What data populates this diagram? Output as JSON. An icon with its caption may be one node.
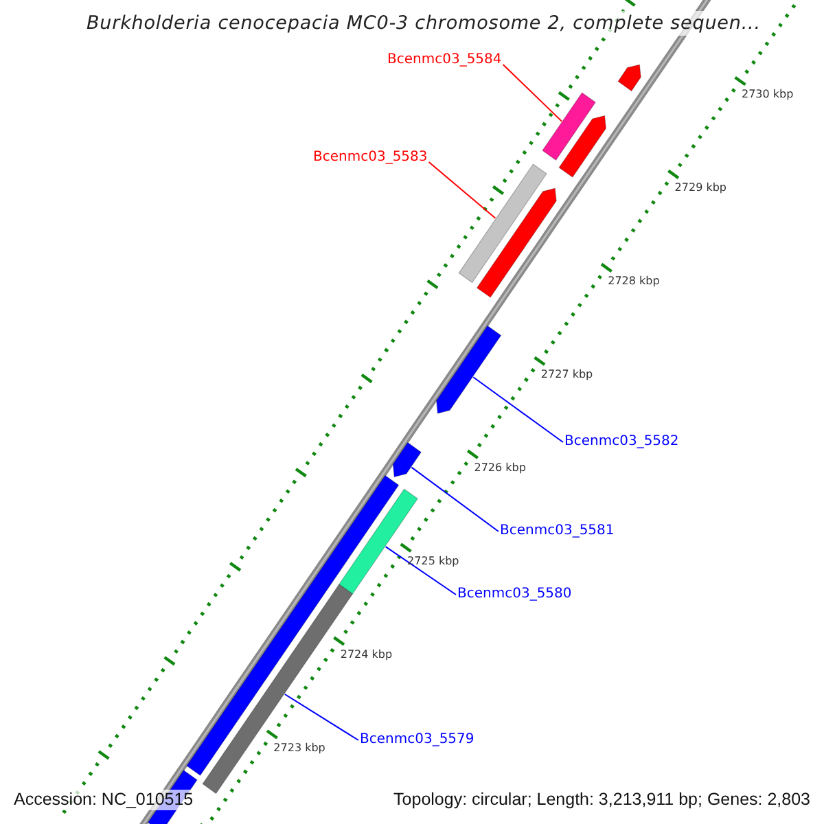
{
  "diagram": {
    "title": "Burkholderia cenocepacia MC0-3 chromosome 2, complete sequen...",
    "nodes": [
      {
        "text": [
          "Bcenmc03_5584"
        ]
      },
      {
        "text": [],
        "shape": "bar"
      },
      {
        "text": [
          "Bcenmc03_5583"
        ]
      },
      {
        "text": [],
        "shape": "bar"
      },
      {
        "text": [
          "Bcenmc03_5582"
        ]
      },
      {
        "text": [],
        "shape": "pentagon"
      },
      {
        "text": [
          "Bcenmc03_5581"
        ]
      },
      {
        "text": [],
        "shape": "pentagon"
      },
      {
        "text": [
          "Bcenmc03_5580"
        ]
      },
      {
        "text": [],
        "shape": "bar"
      },
      {
        "text": [
          "Bcenmc03_5579"
        ]
      },
      {
        "text": [],
        "shape": "bar"
      },
      {
        "text": [],
        "shape": "pentagon"
      },
      {
        "text": [],
        "shape": "pentagon"
      },
      {
        "text": [],
        "shape": "pentagon"
      },
      {
        "text": [],
        "shape": "bar"
      },
      {
        "text": [],
        "shape": "bar"
      }
    ],
    "edges": [
      {
        "from": 0,
        "to": 1,
        "arrow": "none",
        "color": "#ff0000"
      },
      {
        "from": 2,
        "to": 3,
        "arrow": "none",
        "color": "#ff0000"
      },
      {
        "from": 4,
        "to": 5,
        "arrow": "none"
      },
      {
        "from": 6,
        "to": 7,
        "arrow": "none"
      },
      {
        "from": 8,
        "to": 9,
        "arrow": "none"
      },
      {
        "from": 10,
        "to": 11,
        "arrow": "none"
      }
    ],
    "labels": [
      "2730 kbp",
      "2729 kbp",
      "2728 kbp",
      "2727 kbp",
      "2726 kbp",
      "2725 kbp",
      "2724 kbp",
      "2723 kbp",
      "Accession: NC_010515",
      "Topology: circular; Length: 3,213,911 bp; Genes: 2,803"
    ]
  }
}
